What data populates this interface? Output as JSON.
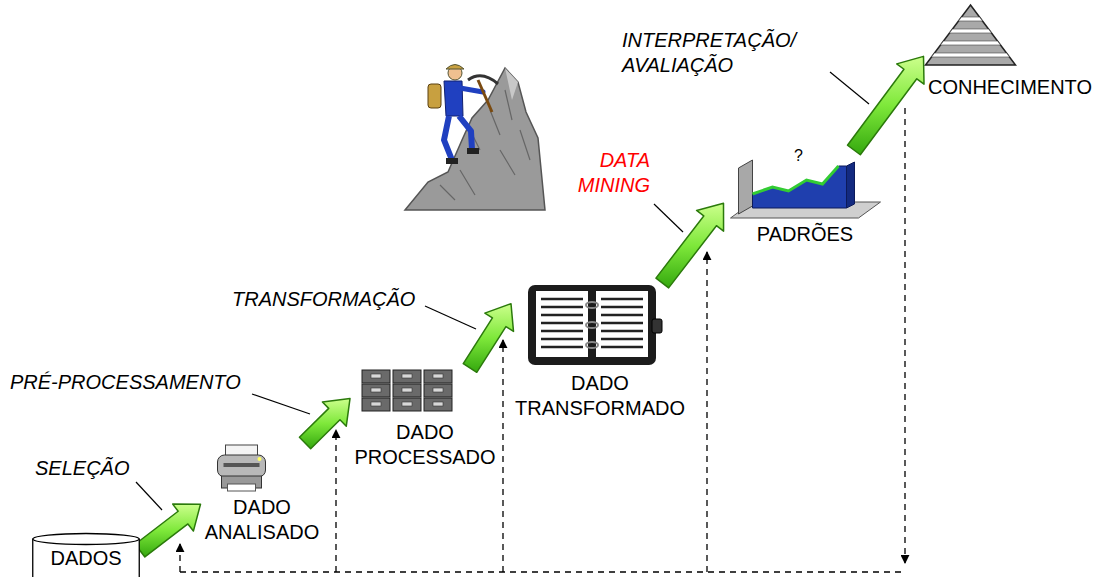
{
  "diagram": {
    "nodes": [
      {
        "text": [
          "DADOS"
        ]
      },
      {
        "text": [
          "DADO ANALISADO"
        ]
      },
      {
        "text": [
          "DADO PROCESSADO"
        ]
      },
      {
        "text": [
          "DADO TRANSFORMADO"
        ]
      },
      {
        "text": [
          "PADRÕES"
        ]
      },
      {
        "text": [
          "CONHECIMENTO"
        ]
      }
    ],
    "edges": [
      {
        "from": 0,
        "to": 1,
        "arrow": "to",
        "label": "SELEÇÃO"
      },
      {
        "from": 1,
        "to": 2,
        "arrow": "to",
        "label": "PRÉ-PROCESSAMENTO"
      },
      {
        "from": 2,
        "to": 3,
        "arrow": "to",
        "label": "TRANSFORMAÇÃO"
      },
      {
        "from": 3,
        "to": 4,
        "arrow": "to",
        "label": "DATA MINING"
      },
      {
        "from": 4,
        "to": 5,
        "arrow": "to",
        "label": "INTERPRETAÇÃO/ AVALIAÇÃO"
      }
    ],
    "labels": [
      "?"
    ]
  }
}
